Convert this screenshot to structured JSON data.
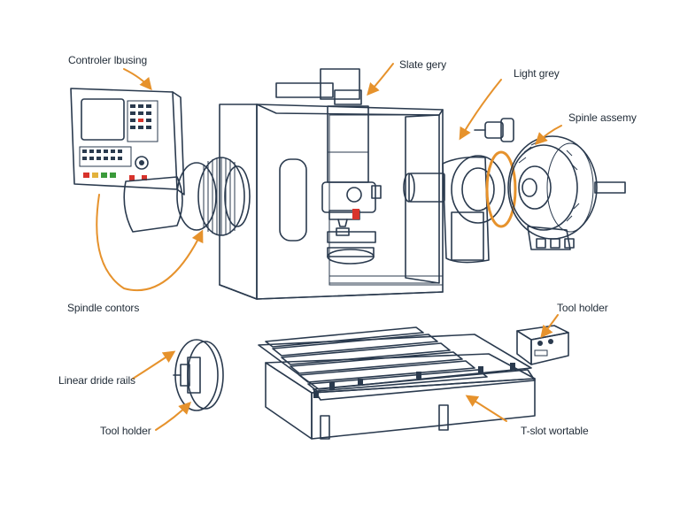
{
  "labels": {
    "controller_housing": "Controler lbusing",
    "slate_grey": "Slate gery",
    "light_grey": "Light grey",
    "spindle_assembly": "Spinle assemy",
    "spindle_controls": "Spindle contors",
    "tool_holder_right": "Tool holder",
    "linear_guide_rails": "Linear dride rails",
    "tool_holder_left": "Tool holder",
    "tslot_worktable": "T-slot wortable"
  },
  "colors": {
    "outline": "#2a3a4e",
    "light_blue": "#dbe8f6",
    "mid_blue": "#b9cfe6",
    "arrow": "#e6922c",
    "screen": "#cfe2f6",
    "red_button": "#d8332c",
    "green_button": "#3a9a3a",
    "yellow_button": "#e3b23c"
  }
}
